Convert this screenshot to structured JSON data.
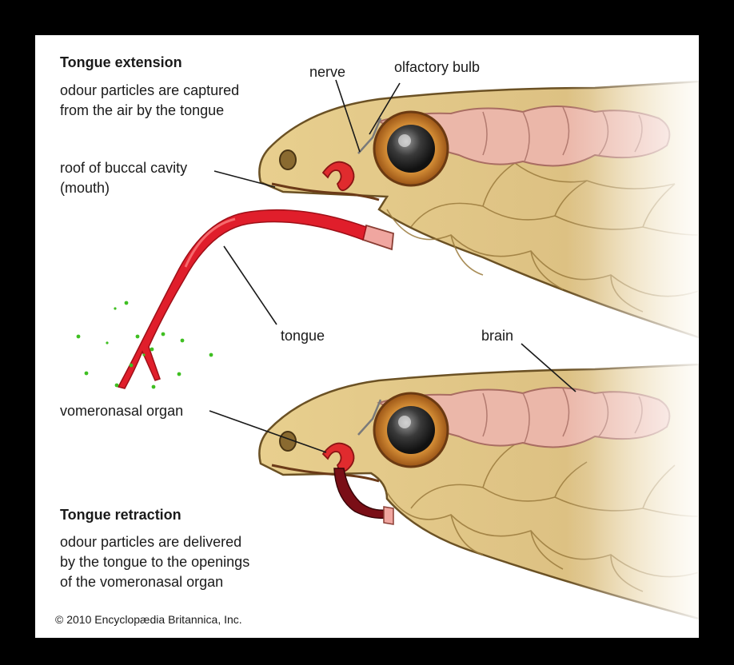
{
  "extension": {
    "heading": "Tongue extension",
    "desc_line1": "odour particles are captured",
    "desc_line2": "from the air by the tongue"
  },
  "retraction": {
    "heading": "Tongue retraction",
    "desc_line1": "odour particles are delivered",
    "desc_line2": "by the tongue to the openings",
    "desc_line3": "of the vomeronasal organ"
  },
  "labels": {
    "nerve": "nerve",
    "olfactory_bulb": "olfactory bulb",
    "roof_line1": "roof of buccal cavity",
    "roof_line2": "(mouth)",
    "tongue": "tongue",
    "brain": "brain",
    "vomeronasal": "vomeronasal organ"
  },
  "copyright": "© 2010 Encyclopædia Britannica, Inc.",
  "colors": {
    "background": "#000000",
    "panel": "#ffffff",
    "scales": "#e9cf8c",
    "scale_dark": "#8c6e34",
    "tongue": "#e01e2b",
    "brain": "#eab3a6",
    "eye_iris": "#d98a2a",
    "odour_particles": "#3fbf22"
  }
}
